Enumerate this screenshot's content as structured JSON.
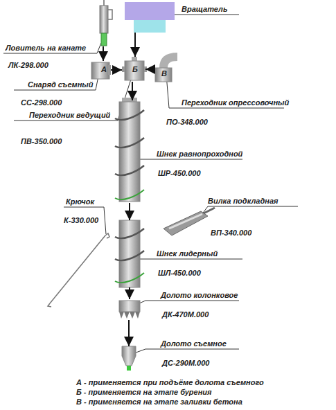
{
  "diagram": {
    "nodes": [
      {
        "text": [
          "Ловитель на канате",
          "ЛК-298.000"
        ]
      },
      {
        "text": [
          "Вращатель"
        ]
      },
      {
        "text": [
          "Снаряд съемный",
          "СС-298.000"
        ]
      },
      {
        "text": [
          "Переходник ведущий",
          "ПВ-350.000"
        ]
      },
      {
        "text": [
          "Переходник опрессовочный",
          "ПО-348.000"
        ]
      },
      {
        "text": [
          "Шнек равнопроходной",
          "ШР-450.000"
        ]
      },
      {
        "text": [
          "Вилка подкладная",
          "ВП-340.000"
        ]
      },
      {
        "text": [
          "Крючок",
          "К-330.000"
        ]
      },
      {
        "text": [
          "Шнек лидерный",
          "ШЛ-450.000"
        ]
      },
      {
        "text": [
          "Долото колонковое",
          "ДК-470М.000"
        ]
      },
      {
        "text": [
          "Долото съемное",
          "ДС-290М.000"
        ]
      }
    ],
    "edges": [
      {
        "from": 0,
        "to": 2,
        "arrow": "to"
      },
      {
        "from": 1,
        "to": 3,
        "arrow": "to"
      },
      {
        "from": 2,
        "to": 3,
        "arrow": "to"
      },
      {
        "from": 4,
        "to": 3,
        "arrow": "to"
      },
      {
        "from": 3,
        "to": 5,
        "arrow": "to"
      },
      {
        "from": 5,
        "to": 8,
        "arrow": "to"
      },
      {
        "from": 8,
        "to": 9,
        "arrow": "to"
      },
      {
        "from": 9,
        "to": 10,
        "arrow": "to"
      }
    ],
    "labels": [
      "А",
      "Б",
      "В",
      "А - применяется при подъёме долота съемного",
      "Б - применяется на этапе бурения",
      "В - применяется на этапе заливки бетона"
    ]
  }
}
